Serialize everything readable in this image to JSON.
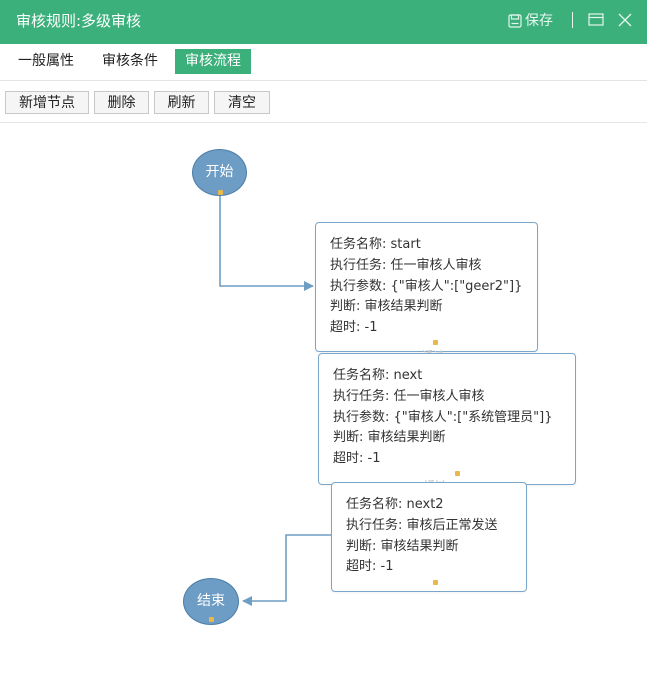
{
  "titlebar": {
    "title": "审核规则:多级审核",
    "save_label": "保存"
  },
  "tabs": [
    {
      "label": "一般属性",
      "active": false
    },
    {
      "label": "审核条件",
      "active": false
    },
    {
      "label": "审核流程",
      "active": true
    }
  ],
  "toolbar": {
    "add_node": "新增节点",
    "delete": "删除",
    "refresh": "刷新",
    "clear": "清空"
  },
  "flow": {
    "start_label": "开始",
    "end_label": "结束",
    "edge_label": "通过",
    "tasks": [
      {
        "name": "任务名称: start",
        "task": "执行任务: 任一审核人审核",
        "params": "执行参数: {\"审核人\":[\"geer2\"]}",
        "judge": "判断: 审核结果判断",
        "timeout": "超时: -1"
      },
      {
        "name": "任务名称: next",
        "task": "执行任务: 任一审核人审核",
        "params": "执行参数: {\"审核人\":[\"系统管理员\"]}",
        "judge": "判断: 审核结果判断",
        "timeout": "超时: -1"
      },
      {
        "name": "任务名称: next2",
        "task": "执行任务: 审核后正常发送",
        "judge": "判断: 审核结果判断",
        "timeout": "超时: -1"
      }
    ]
  },
  "colors": {
    "accent": "#3bb07b",
    "node_fill": "#6d9cc4",
    "connector": "#6f9ec3",
    "handle": "#e8b84b"
  }
}
